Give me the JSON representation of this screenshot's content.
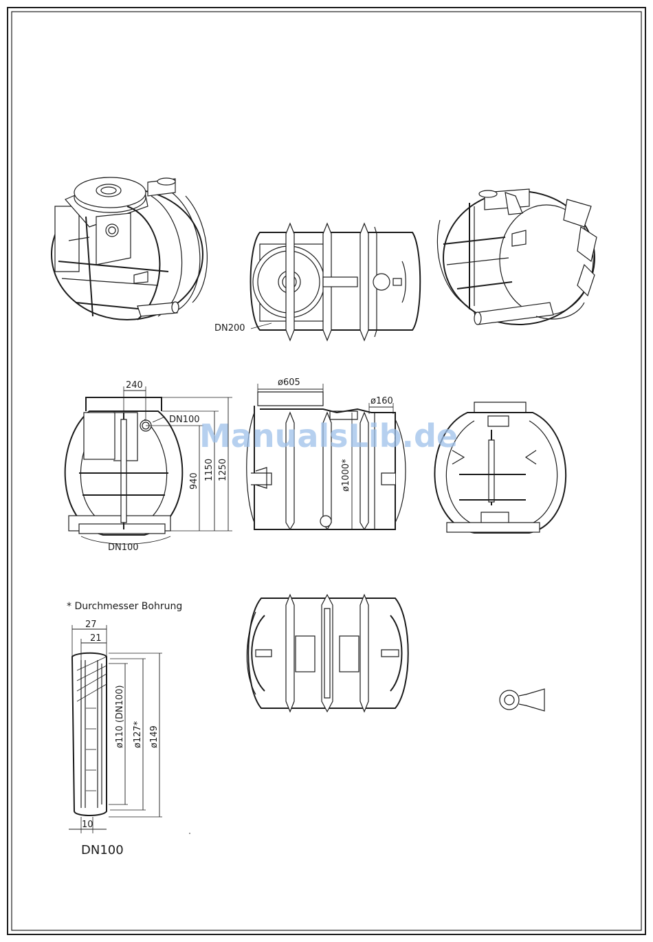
{
  "labels": {
    "dn200": "DN200",
    "dim_240": "240",
    "dn100_outlet": "DN100",
    "dim_940": "940",
    "dim_1150": "1150",
    "dim_1250": "1250",
    "dn100_bottom": "DN100",
    "dim_605": "ø605",
    "dim_160": "ø160",
    "dim_1000": "ø1000*",
    "note": "* Durchmesser Bohrung",
    "seal_27": "27",
    "seal_21": "21",
    "seal_110": "ø110 (DN100)",
    "seal_127": "ø127*",
    "seal_149": "ø149",
    "seal_10": "10",
    "seal_title": "DN100"
  },
  "watermark": "ManualsLib.de",
  "colors": {
    "line": "#1a1a1a",
    "watermark": "#9ec0ea",
    "background": "#ffffff"
  }
}
